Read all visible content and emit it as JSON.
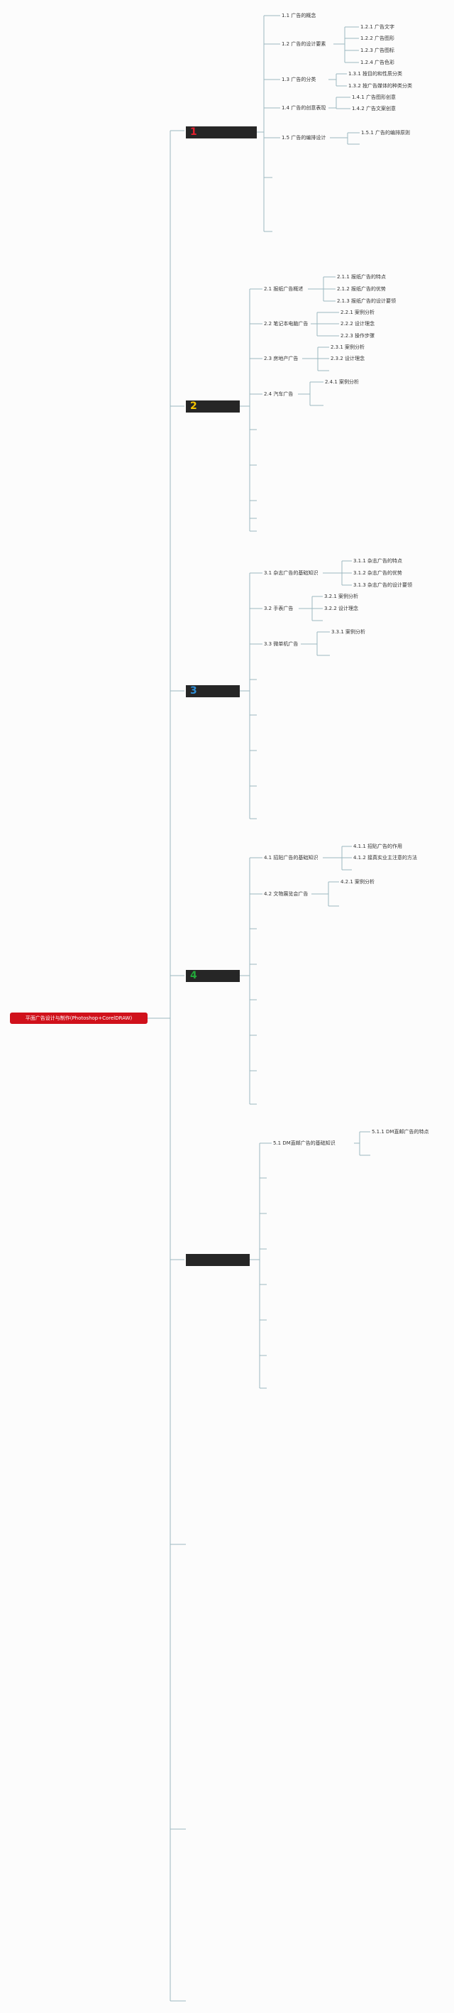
{
  "root": {
    "label": "平面广告设计与制作(Photoshop+CorelDRAW)"
  },
  "chapters": [
    {
      "num": "1",
      "color": "#e4202e",
      "label": ""
    },
    {
      "num": "2",
      "color": "#f5c400",
      "label": ""
    },
    {
      "num": "3",
      "color": "#2f8fd8",
      "label": ""
    },
    {
      "num": "4",
      "color": "#22a83a",
      "label": ""
    },
    {
      "num": "",
      "color": "#cccccc",
      "label": ""
    }
  ],
  "sections": {
    "s1_1": "1.1 广告的概念",
    "s1_2": "1.2 广告的设计要素",
    "s1_2_1": "1.2.1 广告文字",
    "s1_2_2": "1.2.2 广告图形",
    "s1_2_3": "1.2.3 广告图标",
    "s1_2_4": "1.2.4 广告色彩",
    "s1_3": "1.3 广告的分类",
    "s1_3_1": "1.3.1 按目的和性质分类",
    "s1_3_2": "1.3.2 按广告媒体的种类分类",
    "s1_4": "1.4 广告的创意表现",
    "s1_4_1": "1.4.1 广告图形创意",
    "s1_4_2": "1.4.2 广告文案创意",
    "s1_5": "1.5 广告的编排设计",
    "s1_5_1": "1.5.1 广告的编排原则",
    "s2_1": "2.1 报纸广告概述",
    "s2_1_1": "2.1.1 报纸广告的特点",
    "s2_1_2": "2.1.2 报纸广告的优势",
    "s2_1_3": "2.1.3 报纸广告的设计要领",
    "s2_2": "2.2 笔记本电脑广告",
    "s2_2_1": "2.2.1 案例分析",
    "s2_2_2": "2.2.2 设计理念",
    "s2_2_3": "2.2.3 操作步骤",
    "s2_3": "2.3 房地产广告",
    "s2_3_1": "2.3.1 案例分析",
    "s2_3_2": "2.3.2 设计理念",
    "s2_4": "2.4 汽车广告",
    "s2_4_1": "2.4.1 案例分析",
    "s3_1": "3.1 杂志广告的基础知识",
    "s3_1_1": "3.1.1 杂志广告的特点",
    "s3_1_2": "3.1.2 杂志广告的优势",
    "s3_1_3": "3.1.3 杂志广告的设计要领",
    "s3_2": "3.2 手表广告",
    "s3_2_1": "3.2.1 案例分析",
    "s3_2_2": "3.2.2 设计理念",
    "s3_3": "3.3 微单机广告",
    "s3_3_1": "3.3.1 案例分析",
    "s4_1": "4.1 招贴广告的基础知识",
    "s4_1_1": "4.1.1 招贴广告的作用",
    "s4_1_2": "4.1.2 接真实业主注意的方法",
    "s4_2": "4.2 文物展览会广告",
    "s4_2_1": "4.2.1 案例分析",
    "s5_1": "5.1 DM直邮广告的基础知识",
    "s5_1_1": "5.1.1 DM直邮广告的特点"
  }
}
